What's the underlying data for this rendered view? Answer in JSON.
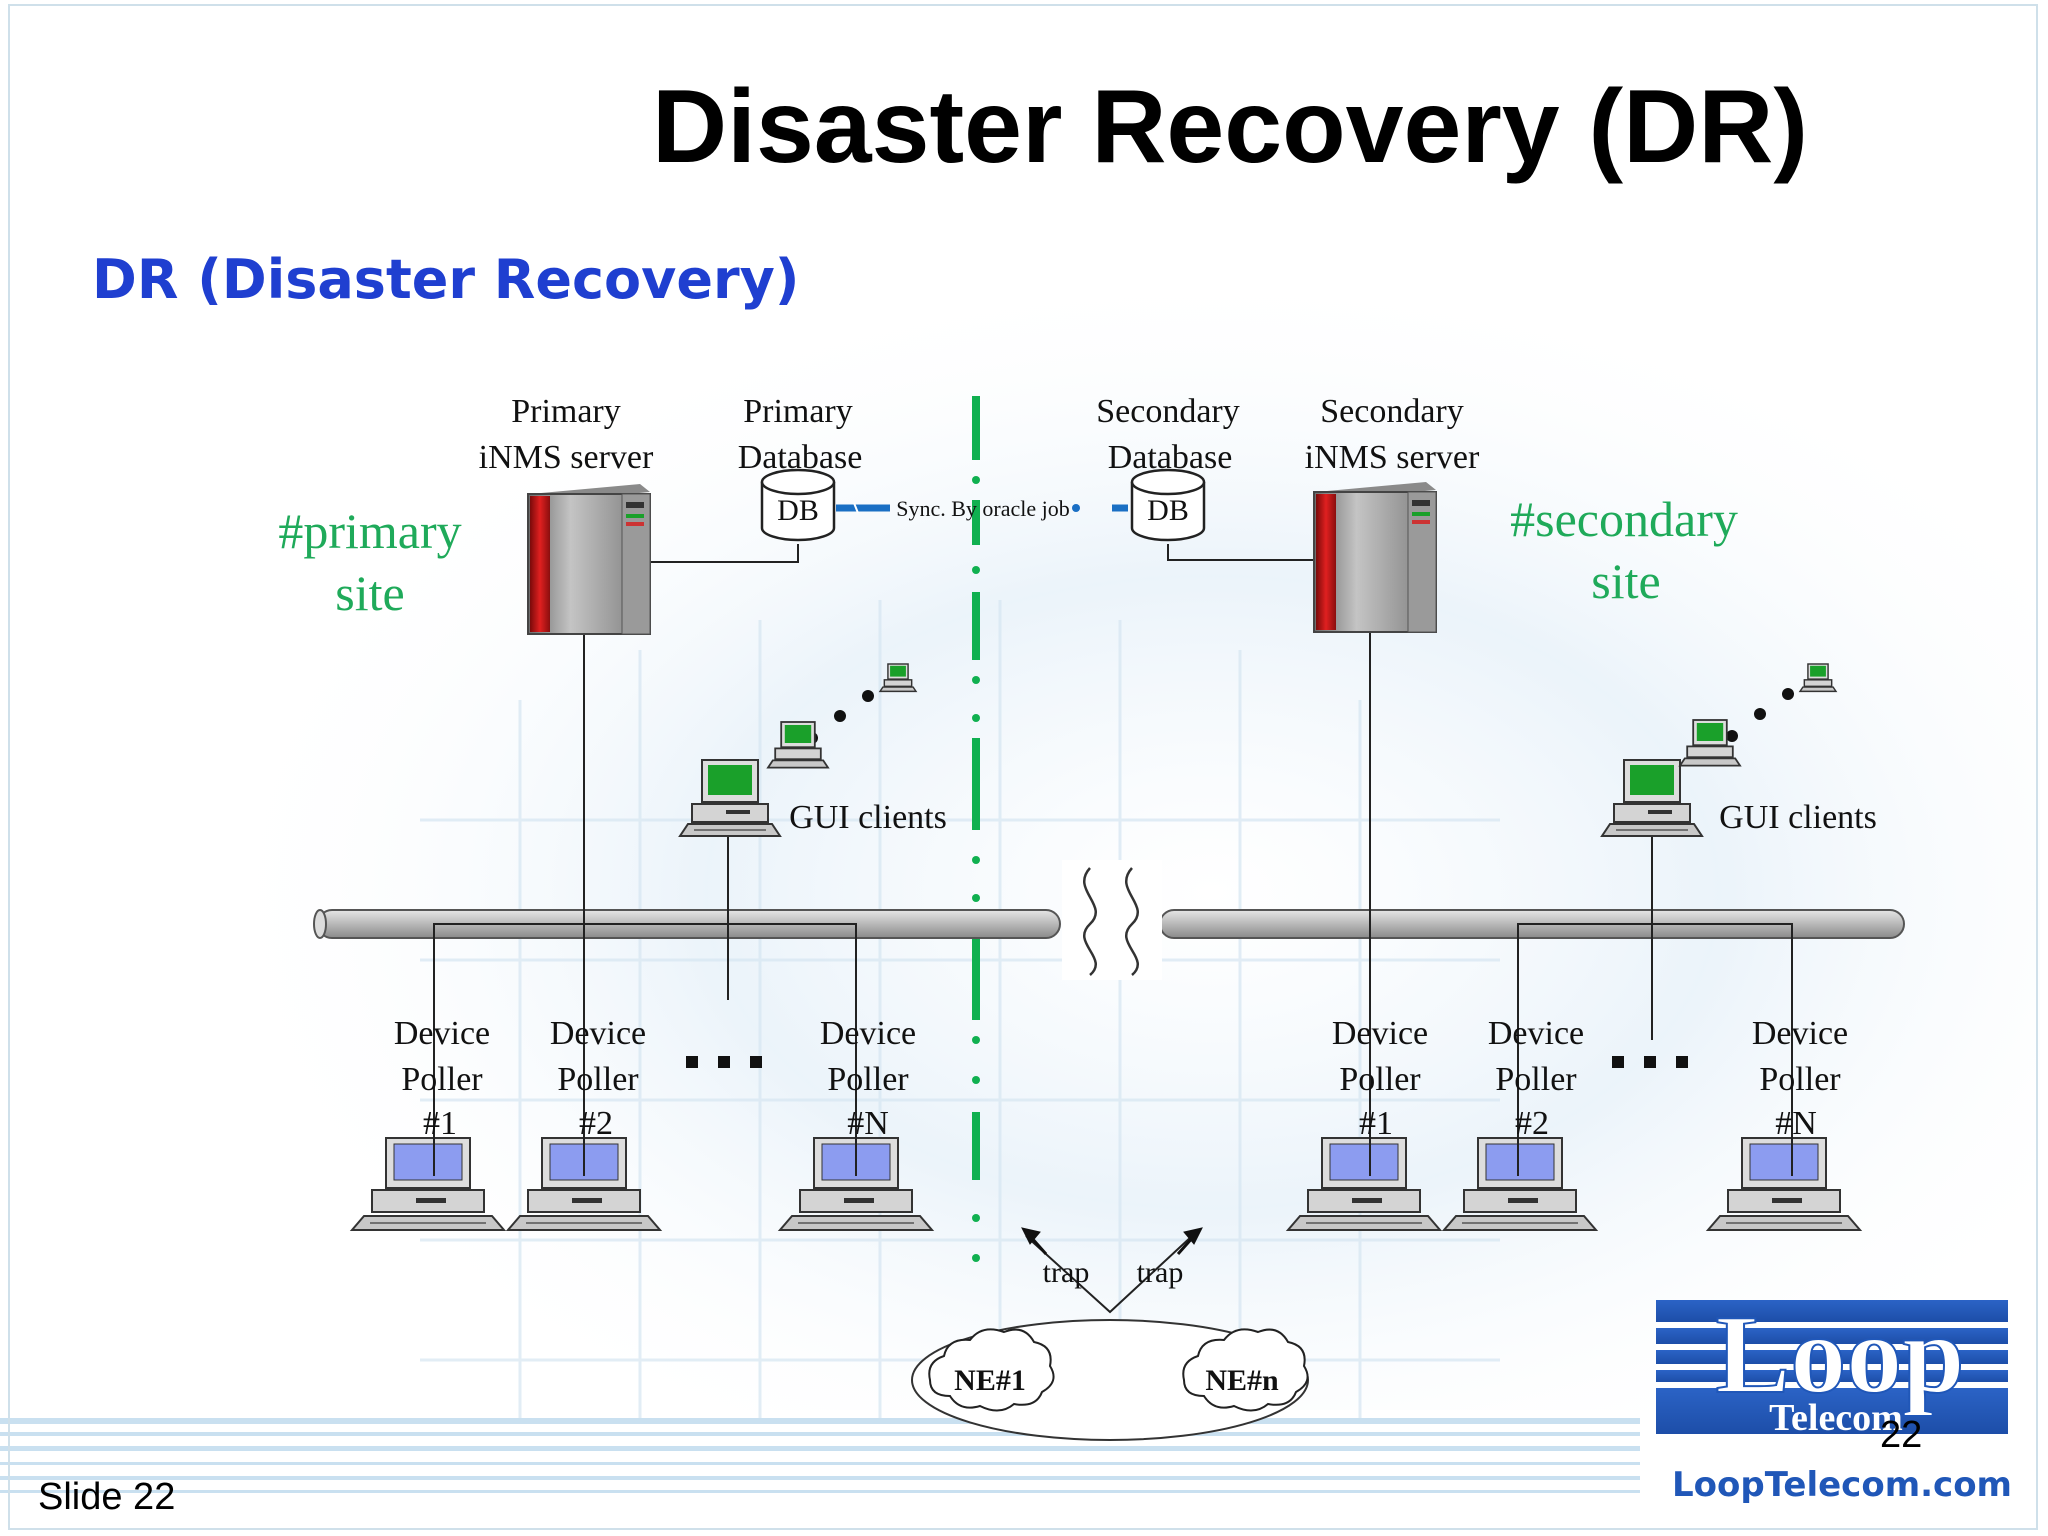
{
  "slide": {
    "title": "Disaster Recovery (DR)",
    "subtitle": "DR (Disaster Recovery)",
    "slide_label": "Slide 22",
    "page_number": "22"
  },
  "colors": {
    "title": "#000000",
    "subtitle": "#1f3fd0",
    "site_label": "#1faa5a",
    "divider": "#10b050",
    "sync_link": "#1a6fc4",
    "logo_blue": "#2057b8",
    "server_red": "#cc1a1a",
    "poller_screen": "#8c9cf0",
    "client_screen": "#1aa02a"
  },
  "sites": {
    "primary": {
      "site_label_line1": "#primary",
      "site_label_line2": "site",
      "server_label_line1": "Primary",
      "server_label_line2": "iNMS server",
      "db_label_line1": "Primary",
      "db_label_line2": "Database",
      "db_text": "DB",
      "gui_clients": "GUI clients",
      "pollers": [
        {
          "line1": "Device",
          "line2": "Poller",
          "line3": "#1"
        },
        {
          "line1": "Device",
          "line2": "Poller",
          "line3": "#2"
        },
        {
          "line1": "Device",
          "line2": "Poller",
          "line3": "#N"
        }
      ]
    },
    "secondary": {
      "site_label_line1": "#secondary",
      "site_label_line2": "site",
      "server_label_line1": "Secondary",
      "server_label_line2": "iNMS server",
      "db_label_line1": "Secondary",
      "db_label_line2": "Database",
      "db_text": "DB",
      "gui_clients": "GUI clients",
      "pollers": [
        {
          "line1": "Device",
          "line2": "Poller",
          "line3": "#1"
        },
        {
          "line1": "Device",
          "line2": "Poller",
          "line3": "#2"
        },
        {
          "line1": "Device",
          "line2": "Poller",
          "line3": "#N"
        }
      ]
    }
  },
  "sync_label": "Sync. By oracle job",
  "traps": [
    "trap",
    "trap"
  ],
  "network_elements": [
    "NE#1",
    "NE#n"
  ],
  "logo": {
    "main": "Loop",
    "sub": "Telecom",
    "url": "LoopTelecom.com"
  },
  "icons": {
    "server": "server-tower-icon",
    "database": "database-cylinder-icon",
    "workstation": "desktop-computer-icon",
    "cloud": "cloud-icon"
  }
}
